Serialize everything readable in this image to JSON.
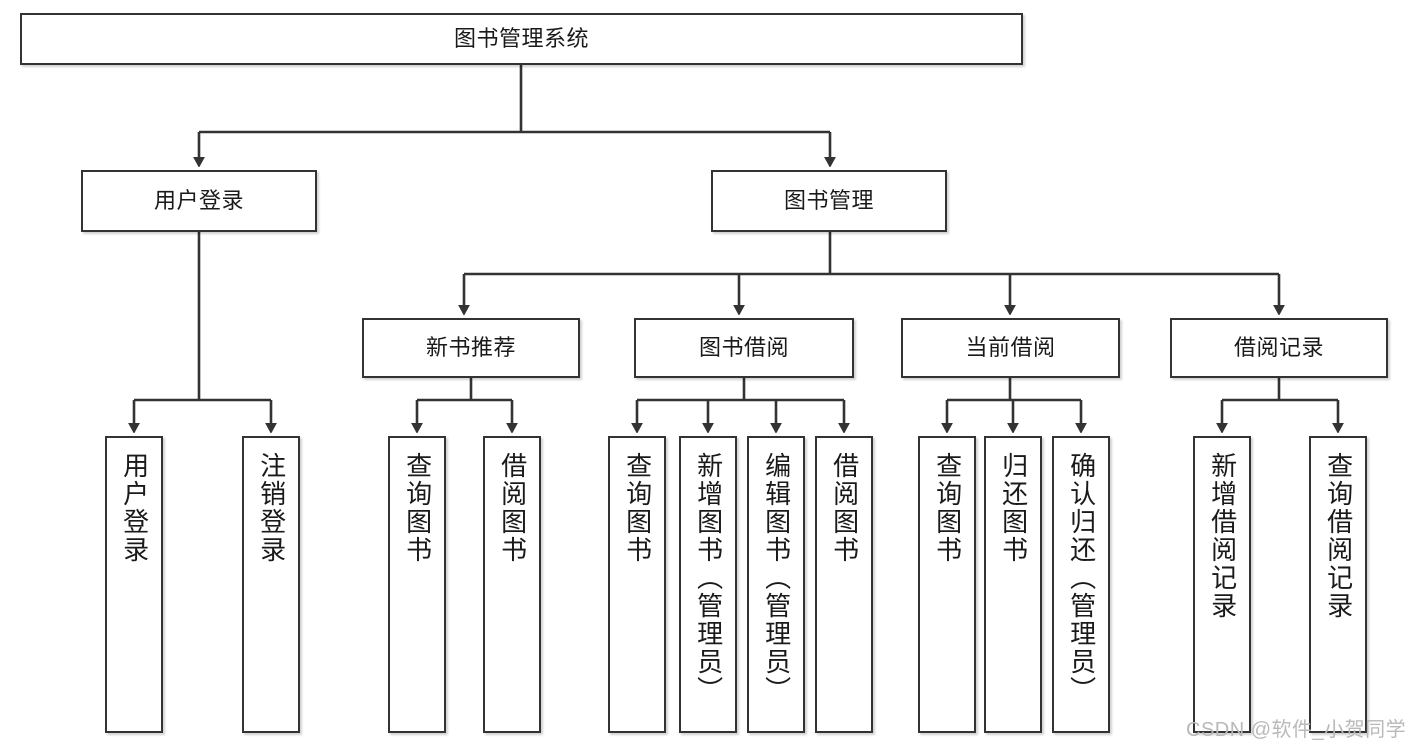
{
  "diagram": {
    "type": "hierarchy-tree",
    "title": "图书管理系统",
    "levels": 4,
    "root": {
      "id": "root",
      "label": "图书管理系统"
    },
    "level2": [
      {
        "id": "user-login",
        "label": "用户登录"
      },
      {
        "id": "book-manage",
        "label": "图书管理"
      }
    ],
    "level3": [
      {
        "id": "new-book-rec",
        "label": "新书推荐"
      },
      {
        "id": "book-borrow",
        "label": "图书借阅"
      },
      {
        "id": "current-borrow",
        "label": "当前借阅"
      },
      {
        "id": "borrow-record",
        "label": "借阅记录"
      }
    ],
    "leaves": {
      "user_login": [
        {
          "id": "leaf-user-login",
          "label": "用户登录"
        },
        {
          "id": "leaf-logout-login",
          "label": "注销登录"
        }
      ],
      "new_book_rec": [
        {
          "id": "leaf-query-book-1",
          "label": "查询图书"
        },
        {
          "id": "leaf-borrow-book-1",
          "label": "借阅图书"
        }
      ],
      "book_borrow": [
        {
          "id": "leaf-query-book-2",
          "label": "查询图书"
        },
        {
          "id": "leaf-add-book",
          "label": "新增图书（管理员）"
        },
        {
          "id": "leaf-edit-book",
          "label": "编辑图书（管理员）"
        },
        {
          "id": "leaf-borrow-book-2",
          "label": "借阅图书"
        }
      ],
      "current_borrow": [
        {
          "id": "leaf-query-book-3",
          "label": "查询图书"
        },
        {
          "id": "leaf-return-book",
          "label": "归还图书"
        },
        {
          "id": "leaf-confirm-return",
          "label": "确认归还（管理员）"
        }
      ],
      "borrow_record": [
        {
          "id": "leaf-add-record",
          "label": "新增借阅记录"
        },
        {
          "id": "leaf-query-record",
          "label": "查询借阅记录"
        }
      ]
    }
  },
  "watermark": {
    "text": "CSDN @软件_小贺同学"
  },
  "colors": {
    "background": "#ffffff",
    "box_border": "#333333",
    "box_fill": "#ffffff",
    "text": "#1a1a1a",
    "connector": "#333333",
    "watermark": "#b9b9b9"
  }
}
